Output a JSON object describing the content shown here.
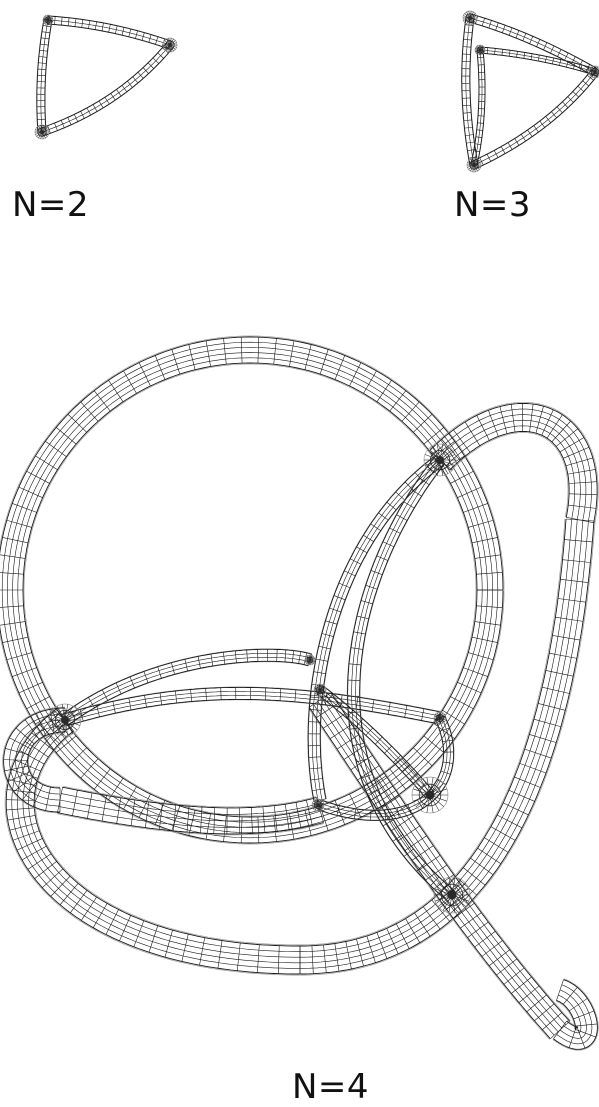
{
  "figure": {
    "panels": [
      {
        "id": "n2",
        "label": "N=2",
        "mesh_icon": "wireframe-tube-triangle-icon"
      },
      {
        "id": "n3",
        "label": "N=3",
        "mesh_icon": "wireframe-tube-triangle-icon"
      },
      {
        "id": "n4",
        "label": "N=4",
        "mesh_icon": "wireframe-tube-knot-icon"
      }
    ]
  },
  "colors": {
    "stroke": "#1a1a1a",
    "stroke_light": "#9a9a9a",
    "node": "#2a2a2a",
    "background": "#ffffff"
  }
}
